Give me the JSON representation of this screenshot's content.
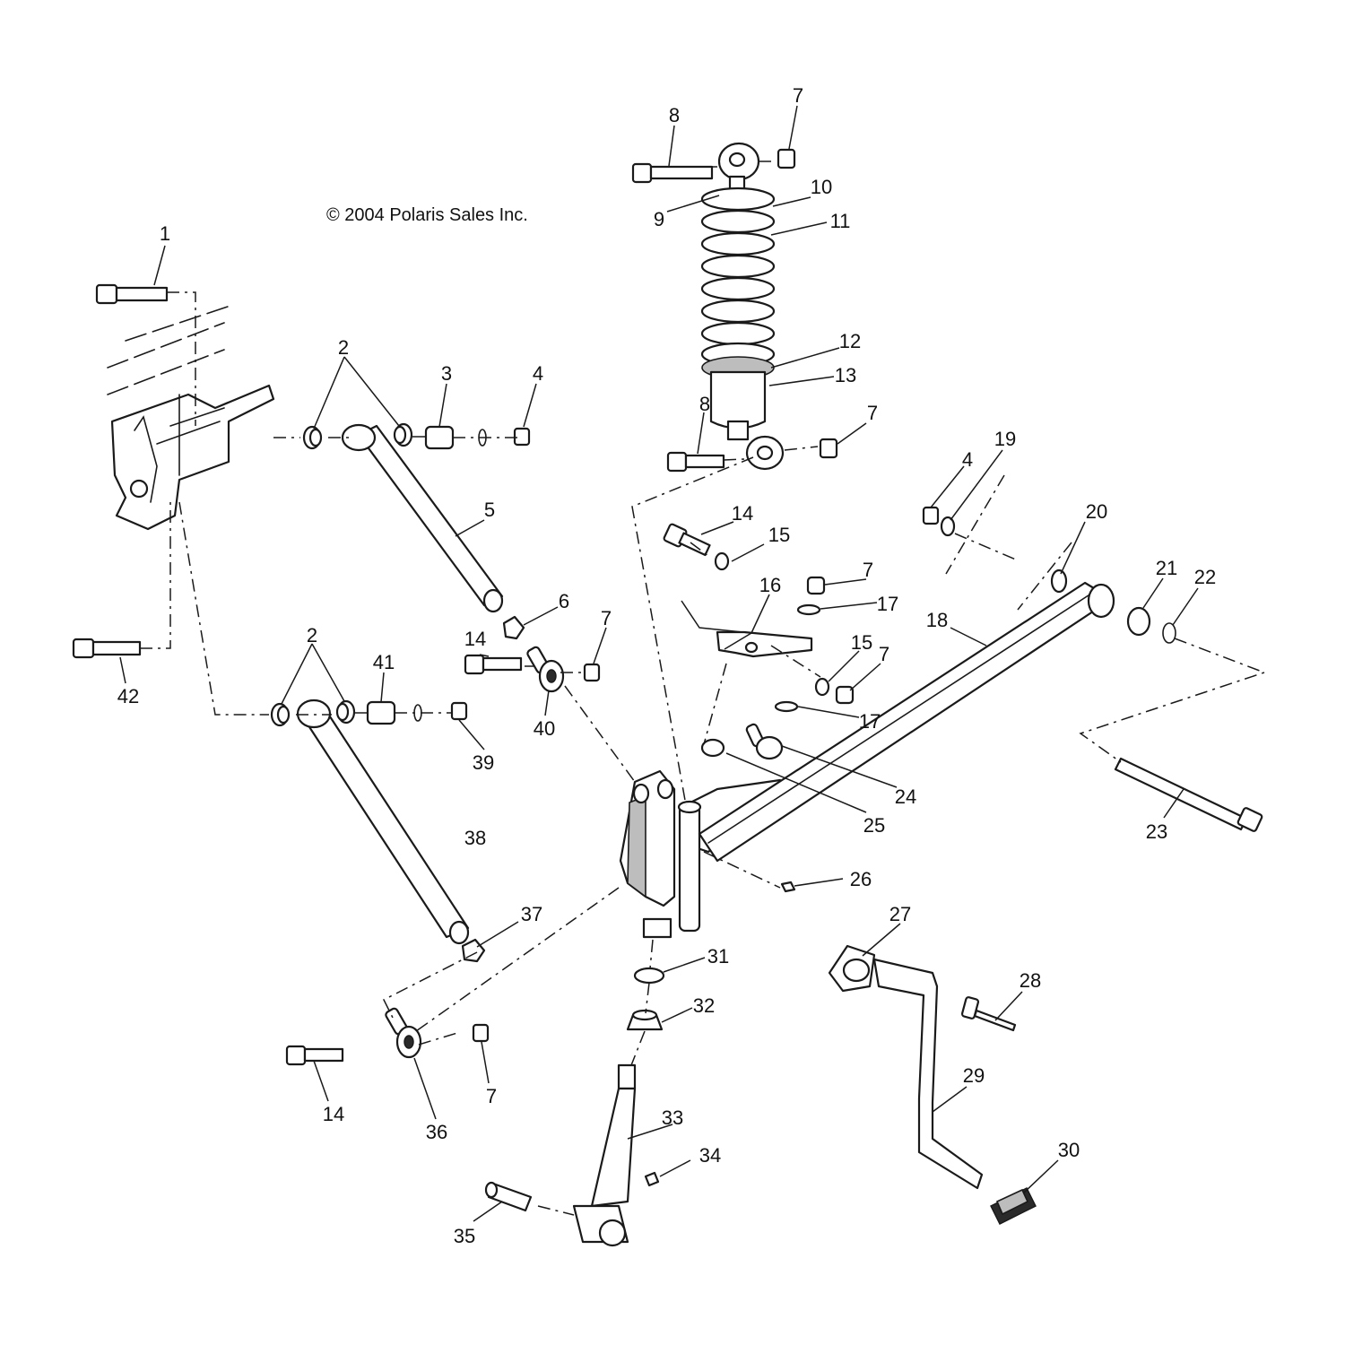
{
  "copyright": "© 2004 Polaris Sales Inc.",
  "callouts": {
    "c1": "1",
    "c2a": "2",
    "c2b": "2",
    "c3": "3",
    "c4a": "4",
    "c4b": "4",
    "c5": "5",
    "c6": "6",
    "c7a": "7",
    "c7b": "7",
    "c7c": "7",
    "c7d": "7",
    "c7e": "7",
    "c7f": "7",
    "c8a": "8",
    "c8b": "8",
    "c9": "9",
    "c10": "10",
    "c11": "11",
    "c12": "12",
    "c13": "13",
    "c14a": "14",
    "c14b": "14",
    "c14c": "14",
    "c15a": "15",
    "c15b": "15",
    "c16": "16",
    "c17a": "17",
    "c17b": "17",
    "c18": "18",
    "c19": "19",
    "c20": "20",
    "c21": "21",
    "c22": "22",
    "c23": "23",
    "c24": "24",
    "c25": "25",
    "c26": "26",
    "c27": "27",
    "c28": "28",
    "c29": "29",
    "c30": "30",
    "c31": "31",
    "c32": "32",
    "c33": "33",
    "c34": "34",
    "c35": "35",
    "c36": "36",
    "c37": "37",
    "c38": "38",
    "c39": "39",
    "c40": "40",
    "c41": "41",
    "c42": "42"
  },
  "colors": {
    "line": "#1a1a1a",
    "shade": "#bdbdbd",
    "background": "#ffffff"
  }
}
